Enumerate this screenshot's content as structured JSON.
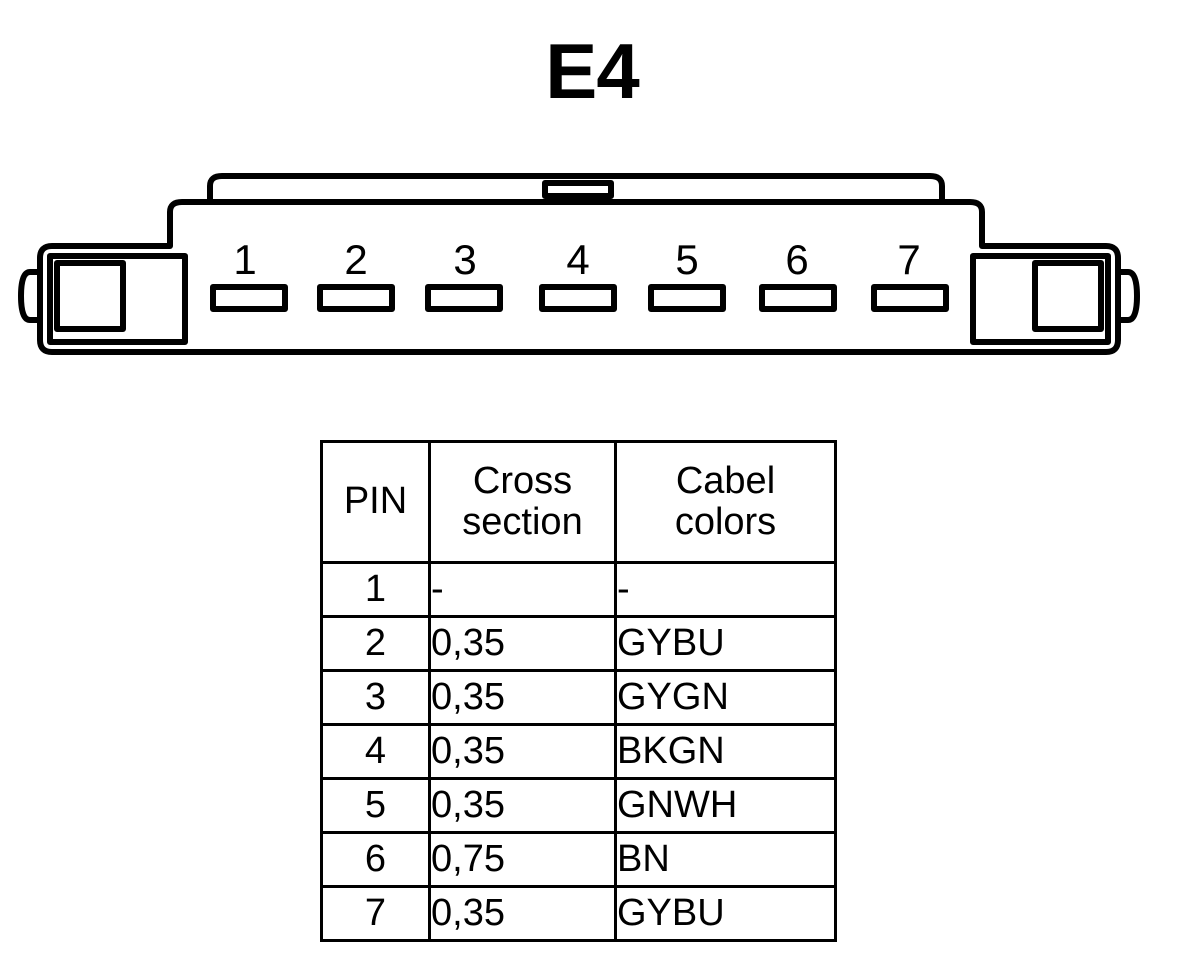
{
  "title": "E4",
  "connector": {
    "name": "connector-diagram",
    "pin_count": 7,
    "pin_labels": [
      "1",
      "2",
      "3",
      "4",
      "5",
      "6",
      "7"
    ],
    "stroke_color": "#000000",
    "fill_color": "#ffffff"
  },
  "table": {
    "headers": {
      "pin": "PIN",
      "cross_line1": "Cross",
      "cross_line2": "section",
      "color_line1": "Cabel",
      "color_line2": "colors"
    },
    "rows": [
      {
        "pin": "1",
        "cross_section": "-",
        "cable_colors": "-"
      },
      {
        "pin": "2",
        "cross_section": "0,35",
        "cable_colors": "GYBU"
      },
      {
        "pin": "3",
        "cross_section": "0,35",
        "cable_colors": "GYGN"
      },
      {
        "pin": "4",
        "cross_section": "0,35",
        "cable_colors": "BKGN"
      },
      {
        "pin": "5",
        "cross_section": "0,35",
        "cable_colors": "GNWH"
      },
      {
        "pin": "6",
        "cross_section": "0,75",
        "cable_colors": "BN"
      },
      {
        "pin": "7",
        "cross_section": "0,35",
        "cable_colors": "GYBU"
      }
    ]
  }
}
